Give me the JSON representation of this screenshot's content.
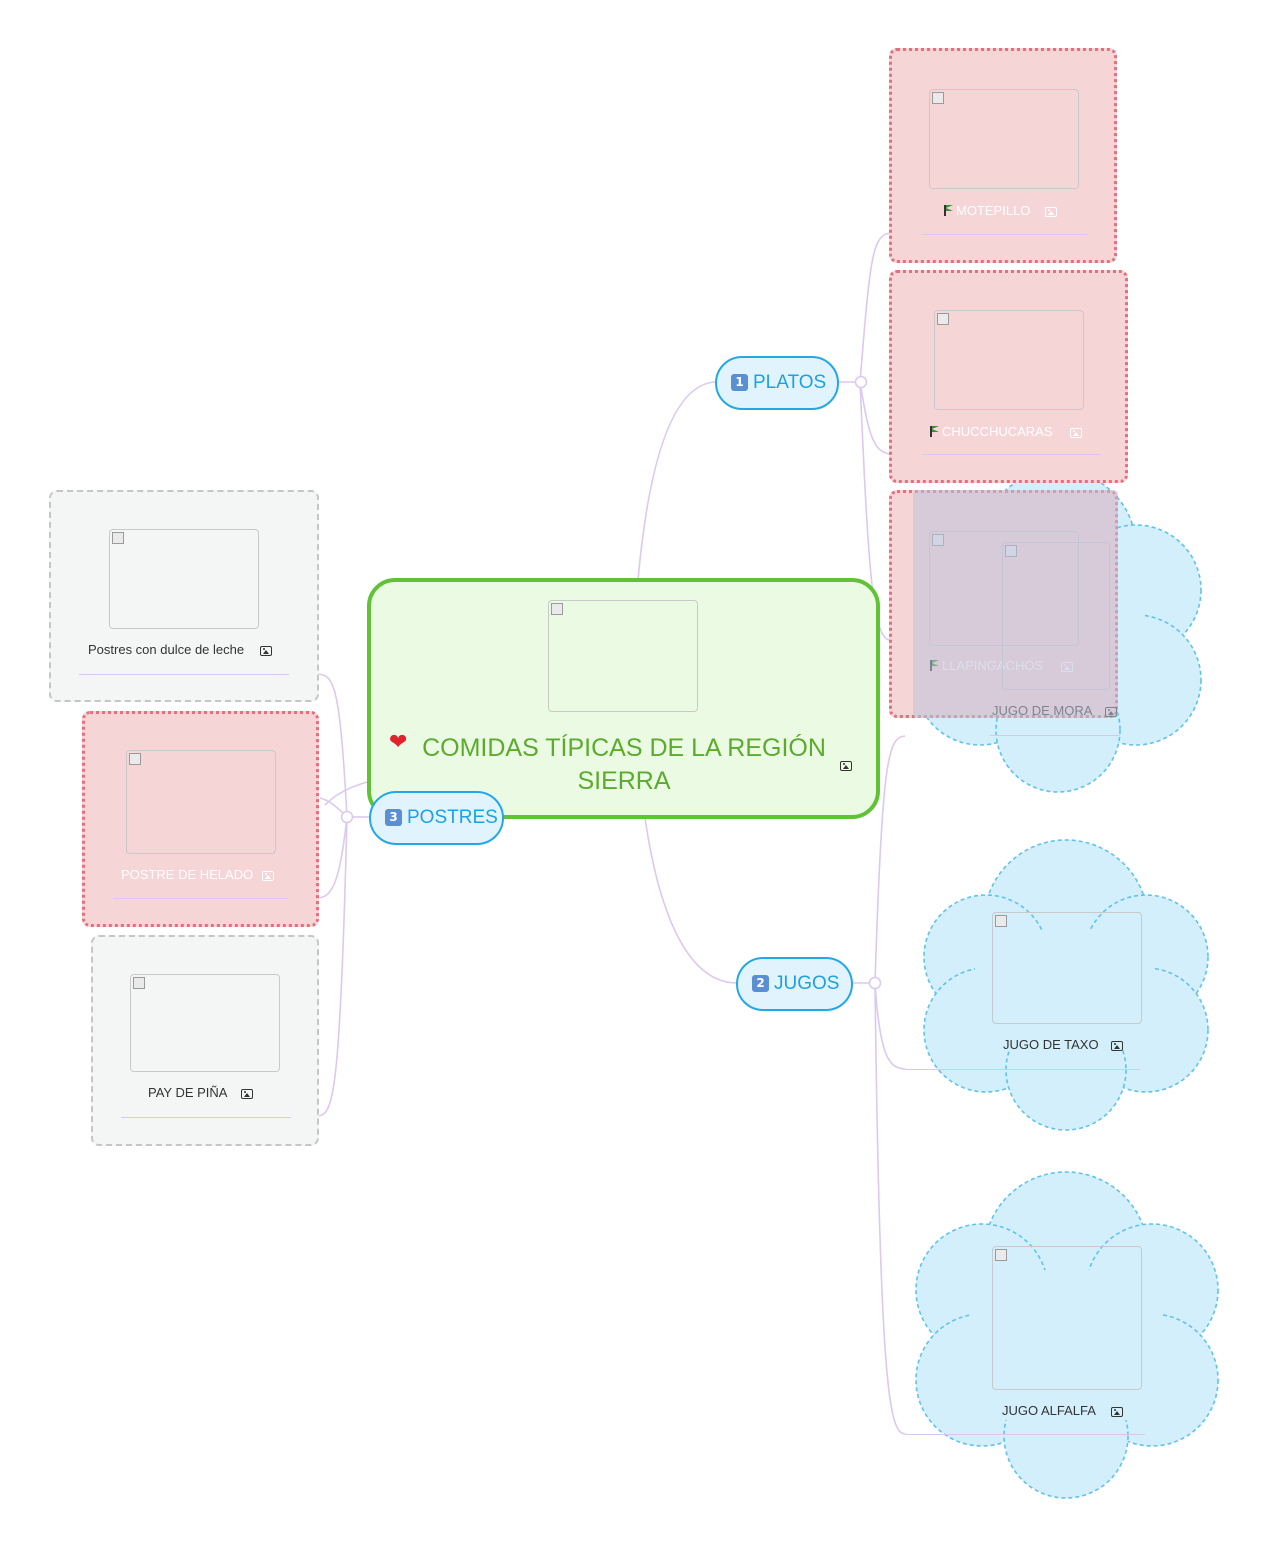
{
  "central": {
    "label": "COMIDAS TÍPICAS DE LA REGIÓN SIERRA",
    "icon": "heart-icon",
    "fill": "#ebfbe3",
    "border": "#5fc335",
    "text_color": "#5cab2e"
  },
  "branches": {
    "platos": {
      "label": "PLATOS",
      "badge": "1",
      "children": [
        {
          "label": "MOTEPILLO",
          "marker": "flag-icon"
        },
        {
          "label": "CHUCCHUCARAS",
          "marker": "flag-icon"
        },
        {
          "label": "LLAPINGACHOS",
          "marker": "flag-icon"
        }
      ]
    },
    "jugos": {
      "label": "JUGOS",
      "badge": "2",
      "children": [
        {
          "label": "JUGO DE MORA"
        },
        {
          "label": "JUGO DE TAXO"
        },
        {
          "label": "JUGO ALFALFA"
        }
      ]
    },
    "postres": {
      "label": "POSTRES",
      "badge": "3",
      "children": [
        {
          "label": "Postres con dulce de leche"
        },
        {
          "label": "POSTRE DE HELADO"
        },
        {
          "label": "PAY DE PIÑA"
        }
      ]
    }
  },
  "colors": {
    "branch_border": "#23a7e8",
    "branch_fill": "#e1f4fd",
    "pink_fill": "#f6d5d7",
    "pink_border": "#e2707d",
    "cloud_fill": "#d3effc",
    "cloud_border": "#5ec3ef",
    "gray_fill": "#f4f5f5",
    "connector": "#dcc9ee"
  }
}
